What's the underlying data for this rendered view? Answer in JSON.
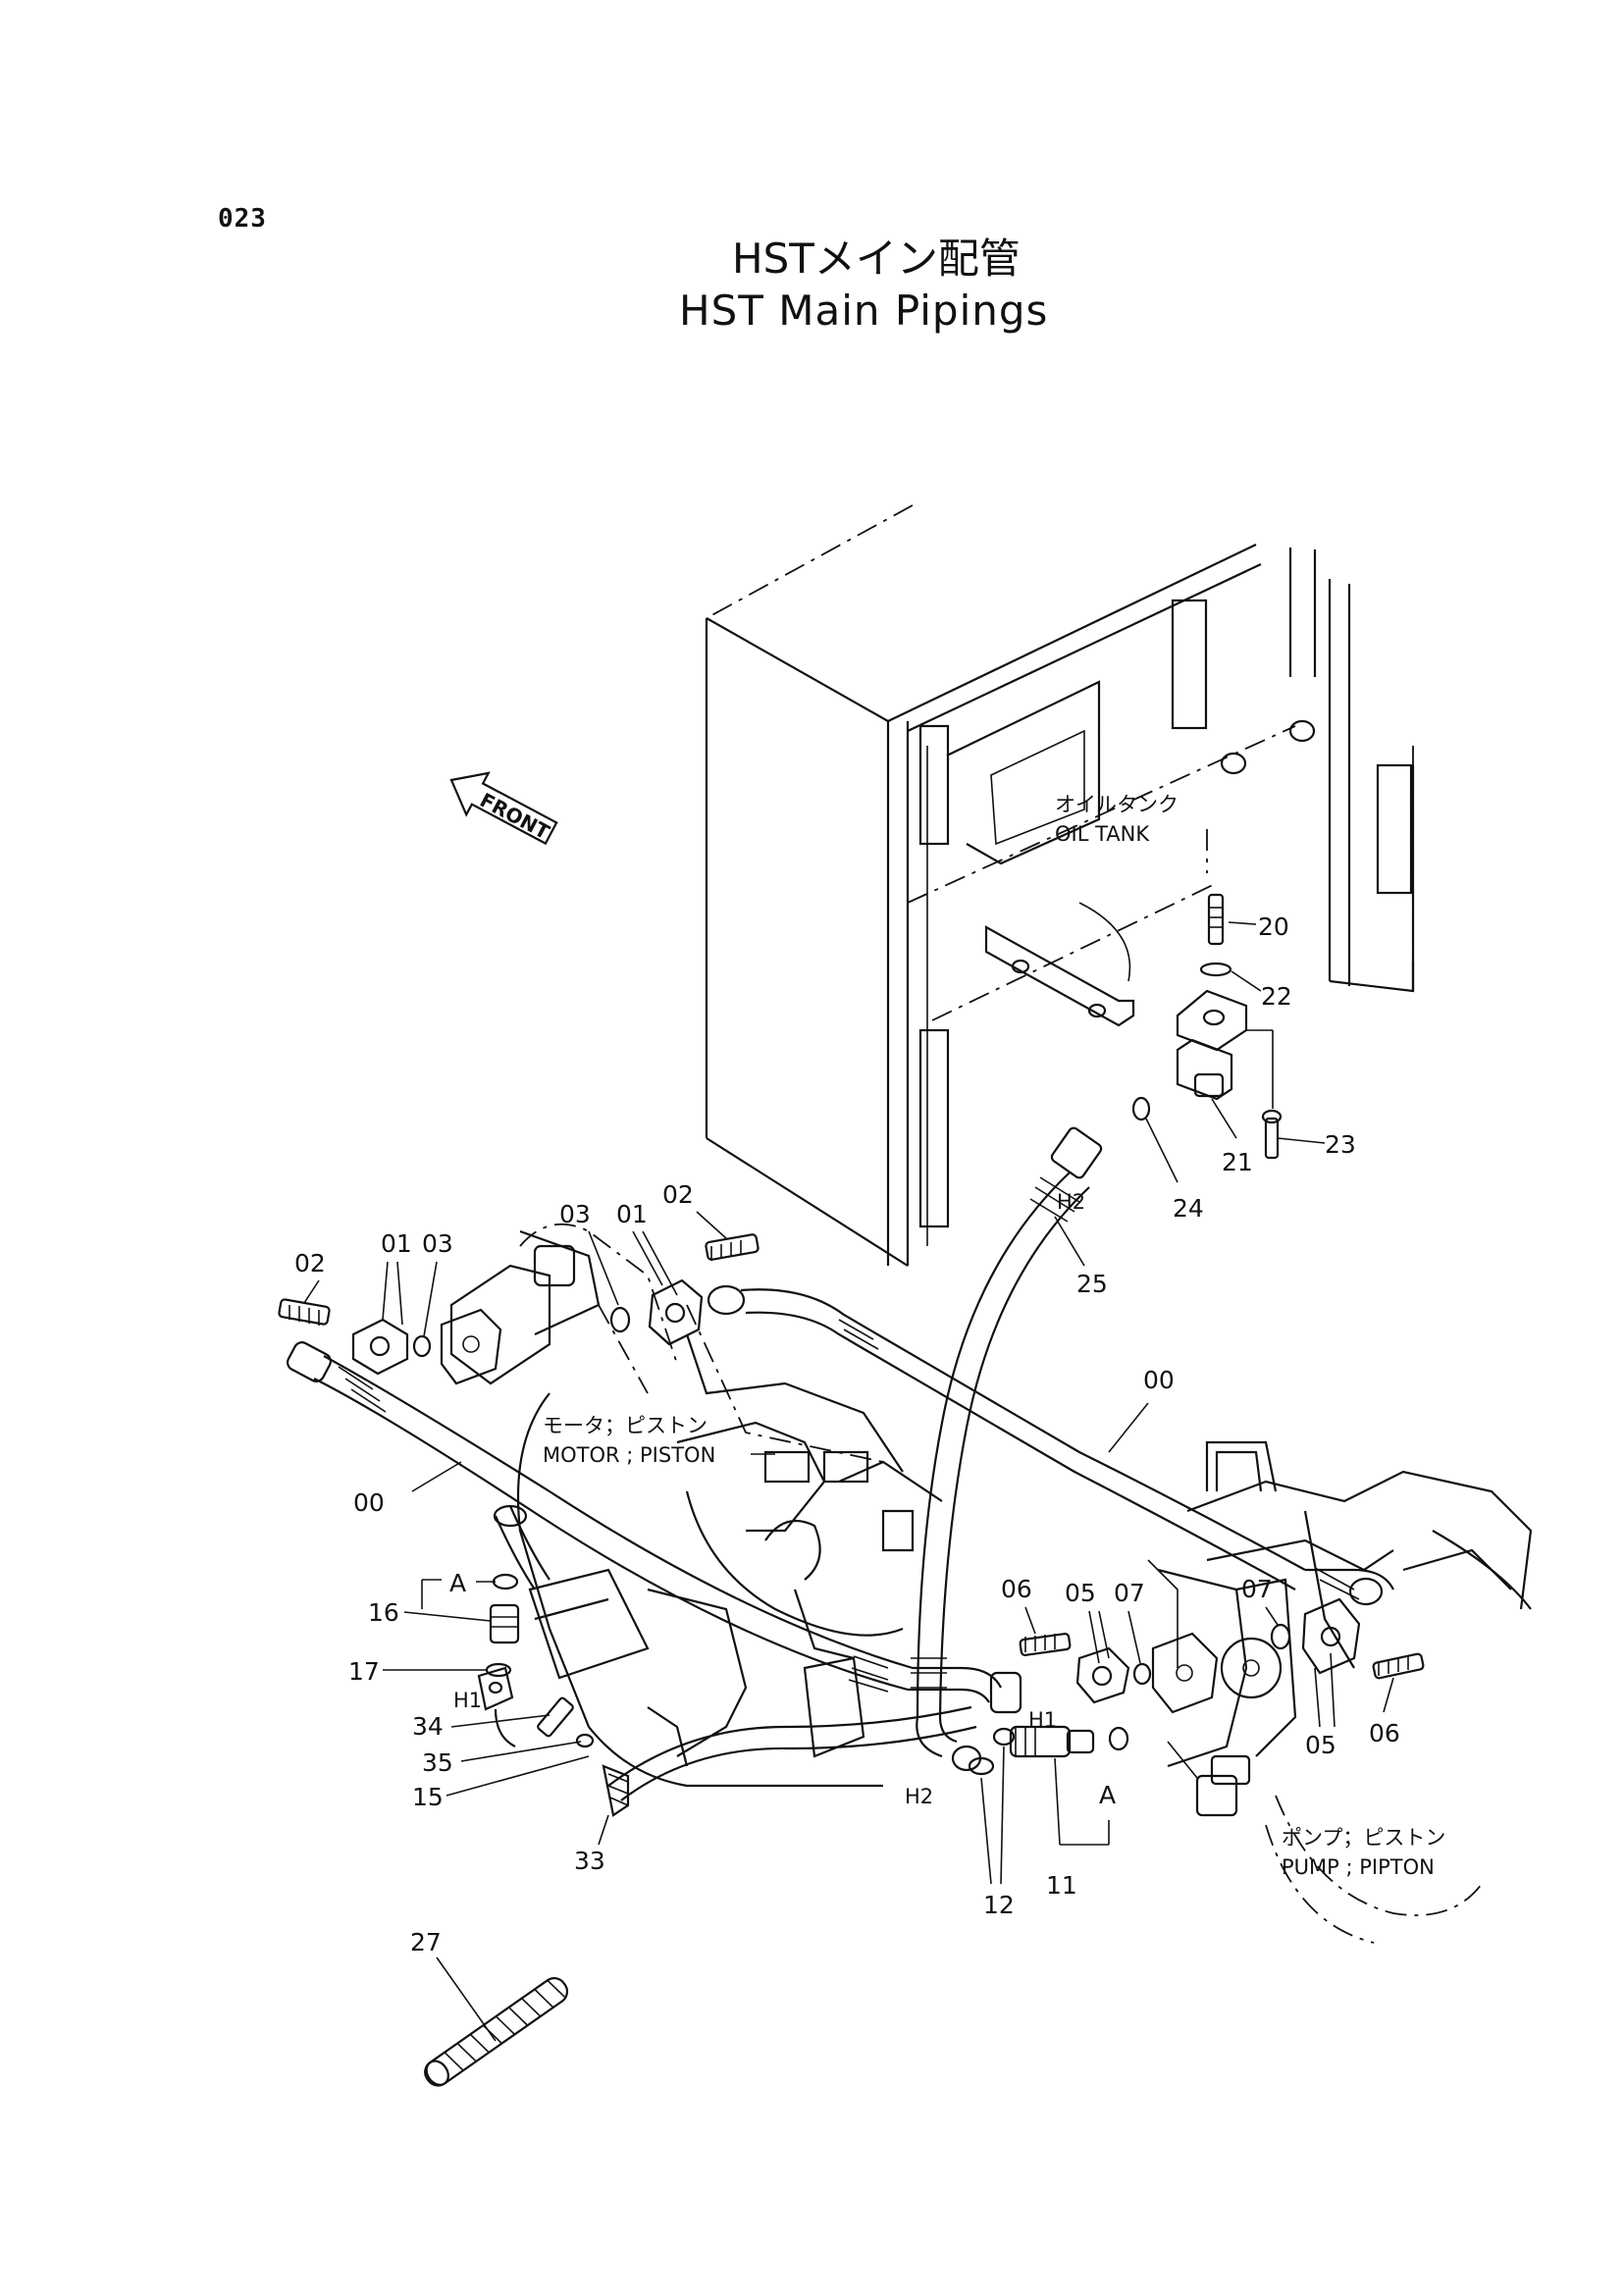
{
  "page_id": "023",
  "title_jp": "HSTメイン配管",
  "title_en": "HST Main Pipings",
  "front_label": "FRONT",
  "component_labels": {
    "oil_tank_jp": "オイルタンク",
    "oil_tank_en": "OIL TANK",
    "motor_jp": "モータ；ピストン",
    "motor_en": "MOTOR ; PISTON",
    "pump_jp": "ポンプ；ピストン",
    "pump_en": "PUMP ; PIPTON"
  },
  "part_numbers": [
    "00",
    "01",
    "02",
    "03",
    "05",
    "06",
    "07",
    "11",
    "12",
    "15",
    "16",
    "17",
    "20",
    "21",
    "22",
    "23",
    "24",
    "25",
    "27",
    "33",
    "34",
    "35"
  ],
  "callouts": {
    "p02_left": "02",
    "p01_left": "01",
    "p03_left": "03",
    "p03_mid": "03",
    "p01_mid": "01",
    "p02_right": "02",
    "p00_left": "00",
    "p00_right": "00",
    "p20": "20",
    "p22": "22",
    "p21": "21",
    "p23": "23",
    "p24": "24",
    "p25": "25",
    "pA_left": "A",
    "p16": "16",
    "p17": "17",
    "p34": "34",
    "p35": "35",
    "p15": "15",
    "p33": "33",
    "p06_mid": "06",
    "p05_mid": "05",
    "p07_mid": "07",
    "p07_right": "07",
    "p05_right": "05",
    "p06_right": "06",
    "p12": "12",
    "p11": "11",
    "pA_right": "A",
    "p27": "27",
    "h1_left": "H1",
    "h1_right": "H1",
    "h2_top": "H2",
    "h2_bottom": "H2"
  }
}
